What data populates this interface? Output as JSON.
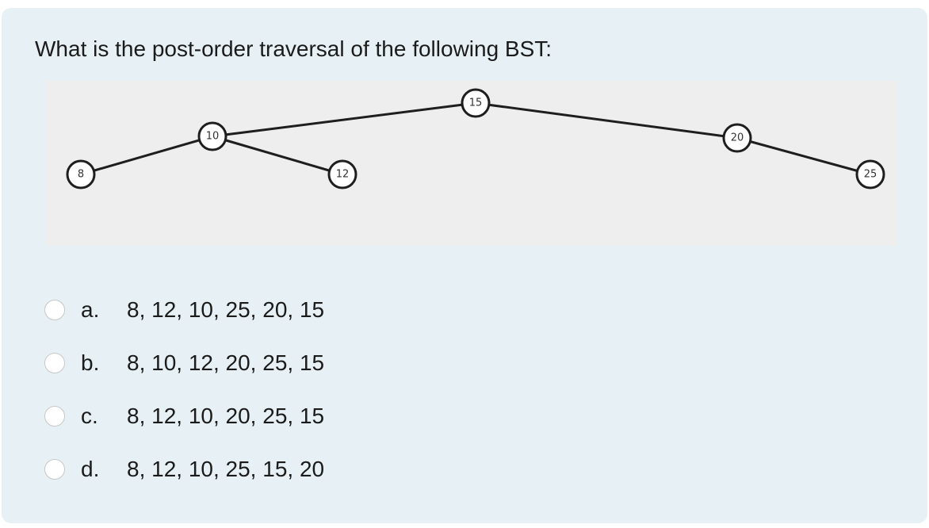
{
  "question": {
    "text": "What is the post-order traversal of the following BST:"
  },
  "tree": {
    "nodes": [
      {
        "id": "n15",
        "label": "15"
      },
      {
        "id": "n10",
        "label": "10"
      },
      {
        "id": "n20",
        "label": "20"
      },
      {
        "id": "n8",
        "label": "8"
      },
      {
        "id": "n12",
        "label": "12"
      },
      {
        "id": "n25",
        "label": "25"
      }
    ],
    "edges": [
      {
        "from": "15",
        "to": "10"
      },
      {
        "from": "15",
        "to": "20"
      },
      {
        "from": "10",
        "to": "8"
      },
      {
        "from": "10",
        "to": "12"
      },
      {
        "from": "20",
        "to": "25"
      }
    ]
  },
  "options": [
    {
      "letter": "a.",
      "text": "8, 12, 10, 25, 20, 15"
    },
    {
      "letter": "b.",
      "text": "8, 10, 12, 20, 25, 15"
    },
    {
      "letter": "c.",
      "text": "8, 12, 10, 20, 25, 15"
    },
    {
      "letter": "d.",
      "text": "8, 12, 10, 25, 15, 20"
    }
  ],
  "colors": {
    "card_background": "#e7f1f5",
    "figure_background": "#eeeeee",
    "stroke": "#1e1e1e"
  }
}
